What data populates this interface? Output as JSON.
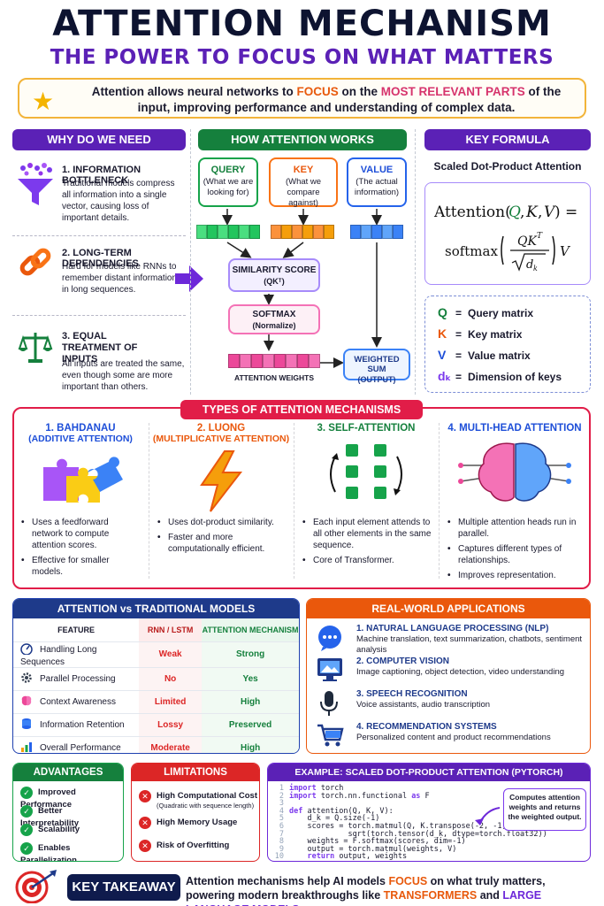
{
  "title": "ATTENTION MECHANISM",
  "subtitle": "THE POWER TO FOCUS ON WHAT MATTERS",
  "intro": {
    "p1": "Attention allows neural networks to ",
    "focus": "FOCUS",
    "p2": " on the ",
    "relevant": "MOST RELEVANT PARTS",
    "p3": " of the input, improving performance and understanding of complex data."
  },
  "why": {
    "header": "WHY DO WE NEED ATTENTION?",
    "items": [
      {
        "title": "1. INFORMATION BOTTLENECK",
        "text": "Traditional models compress all information into a single vector, causing loss of important details.",
        "color": "#2563eb",
        "icon": "funnel-icon"
      },
      {
        "title": "2. LONG-TERM DEPENDENCIES",
        "text": "Hard for models like RNNs to remember distant information in long sequences.",
        "color": "#ea580c",
        "icon": "chain-link-icon"
      },
      {
        "title": "3. EQUAL TREATMENT OF INPUTS",
        "text": "All inputs are treated the same, even though some are more important than others.",
        "color": "#15803d",
        "icon": "balance-scale-icon"
      }
    ]
  },
  "how": {
    "header": "HOW ATTENTION WORKS",
    "query": {
      "title": "QUERY",
      "desc": "(What we are looking for)"
    },
    "key": {
      "title": "KEY",
      "desc": "(What we compare against)"
    },
    "value": {
      "title": "VALUE",
      "desc": "(The actual information)"
    },
    "similarity": {
      "title": "SIMILARITY SCORE",
      "sub": "(QKᵀ)"
    },
    "softmax": {
      "title": "SOFTMAX",
      "sub": "(Normalize)"
    },
    "weights_label": "ATTENTION WEIGHTS",
    "weighted_sum": {
      "title": "WEIGHTED SUM",
      "sub": "(OUTPUT)"
    }
  },
  "formula": {
    "header": "KEY FORMULA",
    "name": "Scaled Dot-Product Attention",
    "legend": [
      {
        "sym": "Q",
        "eq": "=",
        "desc": "Query matrix",
        "color": "#15803d"
      },
      {
        "sym": "K",
        "eq": "=",
        "desc": "Key matrix",
        "color": "#ea580c"
      },
      {
        "sym": "V",
        "eq": "=",
        "desc": "Value matrix",
        "color": "#1d4ed8"
      },
      {
        "sym": "dₖ",
        "eq": "=",
        "desc": "Dimension of keys",
        "color": "#7c3aed"
      }
    ]
  },
  "types": {
    "header": "TYPES OF ATTENTION MECHANISMS",
    "items": [
      {
        "title1": "1. BAHDANAU",
        "title2": "(ADDITIVE ATTENTION)",
        "color": "#1d4ed8",
        "icon": "puzzle-icon",
        "bullets": [
          "Uses a feedforward network to compute attention scores.",
          "Effective for smaller models."
        ]
      },
      {
        "title1": "2. LUONG",
        "title2": "(MULTIPLICATIVE ATTENTION)",
        "color": "#ea580c",
        "icon": "lightning-icon",
        "bullets": [
          "Uses dot-product similarity.",
          "Faster and more computationally efficient."
        ]
      },
      {
        "title1": "3. SELF-ATTENTION",
        "title2": "",
        "color": "#15803d",
        "icon": "grid-cycle-icon",
        "bullets": [
          "Each input element attends to all other elements in the same sequence.",
          "Core of Transformer."
        ]
      },
      {
        "title1": "4. MULTI-HEAD ATTENTION",
        "title2": "",
        "color": "#1d4ed8",
        "icon": "brain-icon",
        "bullets": [
          "Multiple attention heads run in parallel.",
          "Captures different types of relationships.",
          "Improves representation."
        ]
      }
    ]
  },
  "compare": {
    "header": "ATTENTION vs TRADITIONAL MODELS",
    "cols": [
      "FEATURE",
      "RNN / LSTM",
      "ATTENTION MECHANISM"
    ],
    "rows": [
      {
        "icon": "speedometer-icon",
        "feature": "Handling Long Sequences",
        "rnn": "Weak",
        "att": "Strong"
      },
      {
        "icon": "gear-icon",
        "feature": "Parallel Processing",
        "rnn": "No",
        "att": "Yes"
      },
      {
        "icon": "brain-icon",
        "feature": "Context Awareness",
        "rnn": "Limited",
        "att": "High"
      },
      {
        "icon": "database-icon",
        "feature": "Information Retention",
        "rnn": "Lossy",
        "att": "Preserved"
      },
      {
        "icon": "bar-chart-icon",
        "feature": "Overall Performance",
        "rnn": "Moderate",
        "att": "High"
      }
    ]
  },
  "apps": {
    "header": "REAL-WORLD APPLICATIONS",
    "items": [
      {
        "icon": "chat-bubble-icon",
        "title": "1. NATURAL LANGUAGE PROCESSING (NLP)",
        "text": "Machine translation, text summarization, chatbots, sentiment analysis"
      },
      {
        "icon": "monitor-image-icon",
        "title": "2. COMPUTER VISION",
        "text": "Image captioning, object detection, video understanding"
      },
      {
        "icon": "microphone-icon",
        "title": "3. SPEECH RECOGNITION",
        "text": "Voice assistants, audio transcription"
      },
      {
        "icon": "shopping-cart-icon",
        "title": "4. RECOMMENDATION SYSTEMS",
        "text": "Personalized content and product recommendations"
      }
    ]
  },
  "advantages": {
    "header": "ADVANTAGES",
    "items": [
      "Improved Performance",
      "Better Interpretability",
      "Scalability",
      "Enables Parallelization"
    ]
  },
  "limitations": {
    "header": "LIMITATIONS",
    "items": [
      {
        "text": "High Computational Cost",
        "sub": "(Quadratic with sequence length)"
      },
      {
        "text": "High Memory Usage",
        "sub": ""
      },
      {
        "text": "Risk of Overfitting",
        "sub": ""
      }
    ]
  },
  "example": {
    "header": "EXAMPLE: SCALED DOT-PRODUCT ATTENTION (PYTORCH)",
    "lines": [
      "import torch",
      "import torch.nn.functional as F",
      "",
      "def attention(Q, K, V):",
      "    d_k = Q.size(-1)",
      "    scores = torch.matmul(Q, K.transpose(-2, -1)) /",
      "             sqrt(torch.tensor(d_k, dtype=torch.float32))",
      "    weights = F.softmax(scores, dim=-1)",
      "    output = torch.matmul(weights, V)",
      "    return output, weights"
    ],
    "note": "Computes attention weights and returns the weighted output."
  },
  "takeaway": {
    "label": "KEY TAKEAWAY",
    "p1": "Attention mechanisms help AI models ",
    "focus": "FOCUS",
    "p2": " on what truly matters,",
    "p3": "powering modern breakthroughs like ",
    "transformers": "TRANSFORMERS",
    "p4": " and ",
    "llm": "LARGE LANGUAGE MODELS",
    "p5": "."
  }
}
